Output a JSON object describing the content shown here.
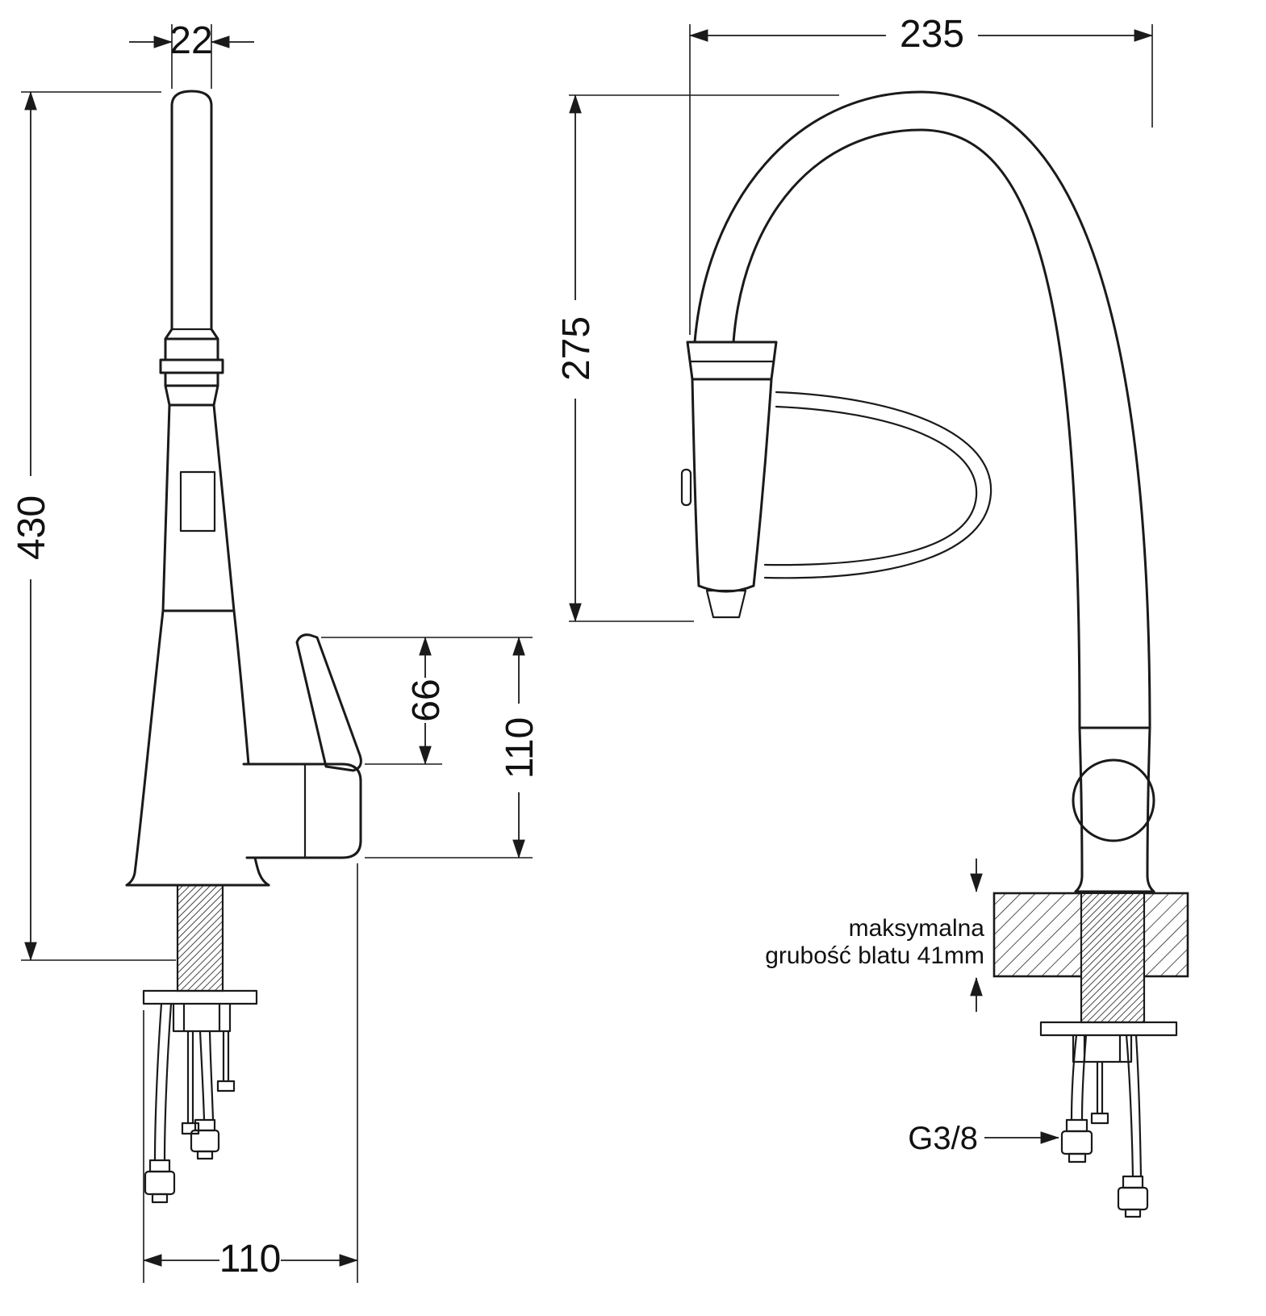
{
  "drawing": {
    "subject": "kitchen pull-down faucet technical dimension drawing",
    "colors": {
      "line": "#1a1a1a",
      "background": "#ffffff"
    },
    "side_view": {
      "dim_spout_diameter": "22",
      "dim_total_height": "430",
      "dim_lever_height": "66",
      "dim_handle_height": "110",
      "dim_base_width": "110"
    },
    "front_view": {
      "dim_spout_reach": "235",
      "dim_spout_height": "275",
      "countertop_note_line1": "maksymalna",
      "countertop_note_line2": "grubość blatu 41mm",
      "thread_size_label": "G3/8"
    }
  }
}
